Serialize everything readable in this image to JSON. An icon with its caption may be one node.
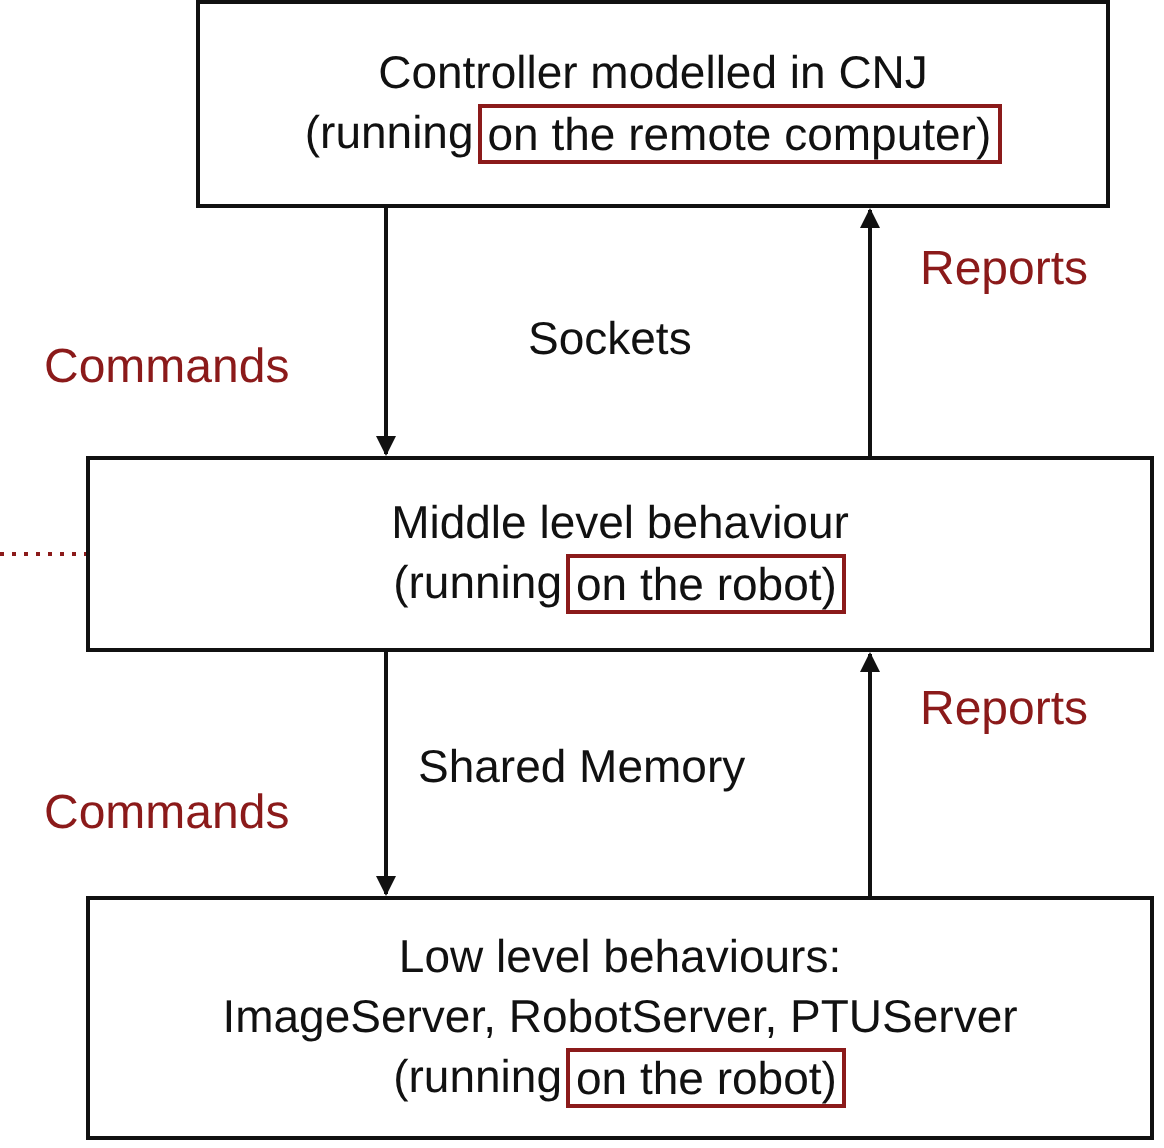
{
  "diagram": {
    "nodes": [
      {
        "text": [
          "Controller modelled in CNJ",
          "(running"
        ]
      },
      {
        "text": [
          "on the remote computer)"
        ],
        "in": 0
      },
      {
        "text": [
          "Middle level behaviour",
          "(running"
        ]
      },
      {
        "text": [
          "on the robot)"
        ],
        "in": 2
      },
      {
        "text": [
          "Low level behaviours:",
          "ImageServer, RobotServer, PTUServer",
          "(running"
        ]
      },
      {
        "text": [
          "on the robot)"
        ],
        "in": 4
      }
    ],
    "edges": [
      {
        "from": 0,
        "to": 2,
        "arrow": "to",
        "label": "Commands"
      },
      {
        "from": 2,
        "to": 0,
        "arrow": "to",
        "label": "Reports"
      },
      {
        "from": 2,
        "to": 4,
        "arrow": "to",
        "label": "Commands"
      },
      {
        "from": 4,
        "to": 2,
        "arrow": "to",
        "label": "Reports"
      },
      {
        "from": null,
        "to": 2,
        "arrow": "none",
        "style": "dashed",
        "color": "#8b1a1a"
      }
    ],
    "labels": [
      "Sockets",
      "Shared Memory"
    ]
  }
}
